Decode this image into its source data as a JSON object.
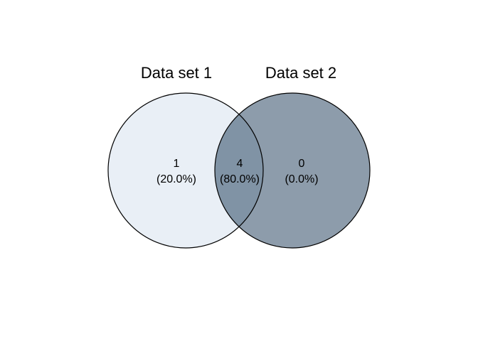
{
  "chart_data": {
    "type": "venn",
    "set_labels": [
      "Data set 1",
      "Data set 2"
    ],
    "regions": [
      {
        "region": "set1_only",
        "count": "1",
        "percent": "(20.0%)"
      },
      {
        "region": "intersection",
        "count": "4",
        "percent": "(80.0%)"
      },
      {
        "region": "set2_only",
        "count": "0",
        "percent": "(0.0%)"
      }
    ],
    "colors": {
      "set1_fill": "#e9eff6",
      "set2_fill": "#8d9cab",
      "overlap_fill": "#8093a5",
      "outline": "#000000",
      "background": "#ffffff"
    },
    "legend_position": "none",
    "grid": false
  }
}
